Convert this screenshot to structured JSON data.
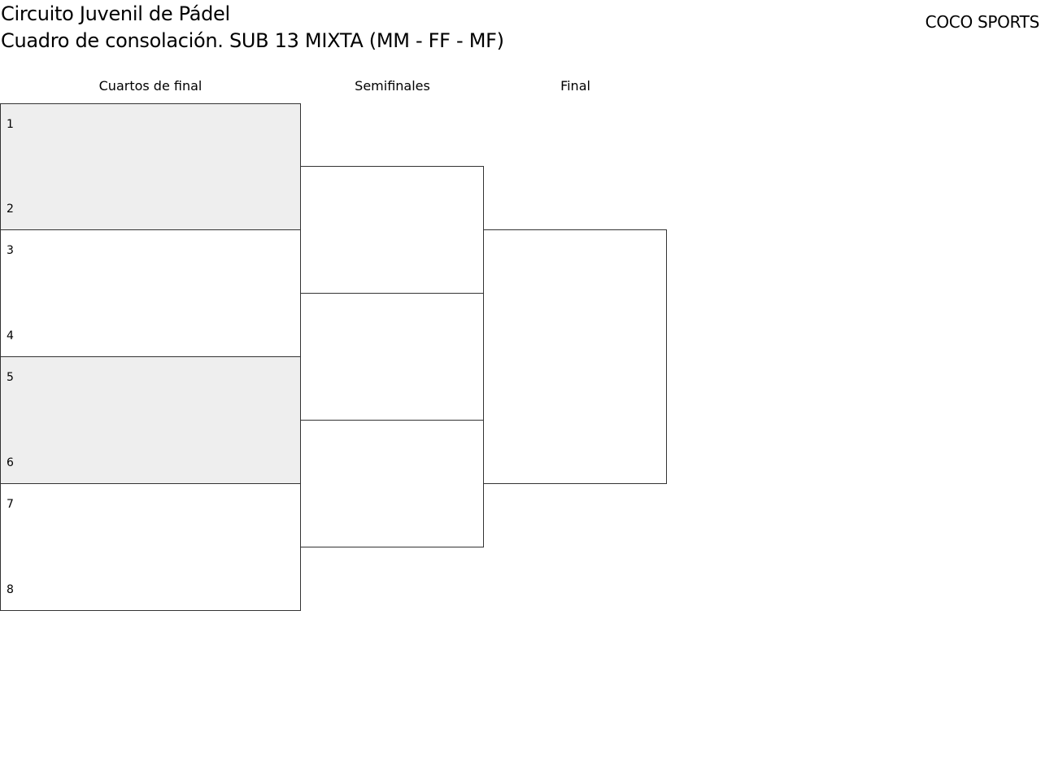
{
  "header": {
    "title_line1": "Circuito Juvenil de Pádel",
    "title_line2": "Cuadro de consolación. SUB 13 MIXTA (MM - FF - MF)",
    "brand": "COCO SPORTS"
  },
  "rounds": {
    "quarterfinals": "Cuartos de final",
    "semifinals": "Semifinales",
    "final": "Final"
  },
  "matches": [
    {
      "top_seed": "1",
      "bottom_seed": "2",
      "shaded": true
    },
    {
      "top_seed": "3",
      "bottom_seed": "4",
      "shaded": false
    },
    {
      "top_seed": "5",
      "bottom_seed": "6",
      "shaded": true
    },
    {
      "top_seed": "7",
      "bottom_seed": "8",
      "shaded": false
    }
  ],
  "colors": {
    "shaded_fill": "#eeeeee",
    "border": "#333333",
    "background": "#ffffff"
  }
}
